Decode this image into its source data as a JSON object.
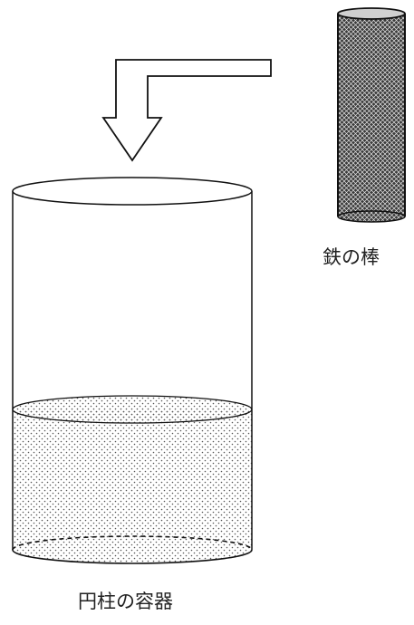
{
  "labels": {
    "iron_rod": "鉄の棒",
    "container": "円柱の容器"
  },
  "colors": {
    "line": "#111111",
    "rod_fill": "#2a2a2a",
    "water_dots": "#555555",
    "background": "#ffffff"
  },
  "icons": {
    "arrow": "bent-down-arrow"
  }
}
